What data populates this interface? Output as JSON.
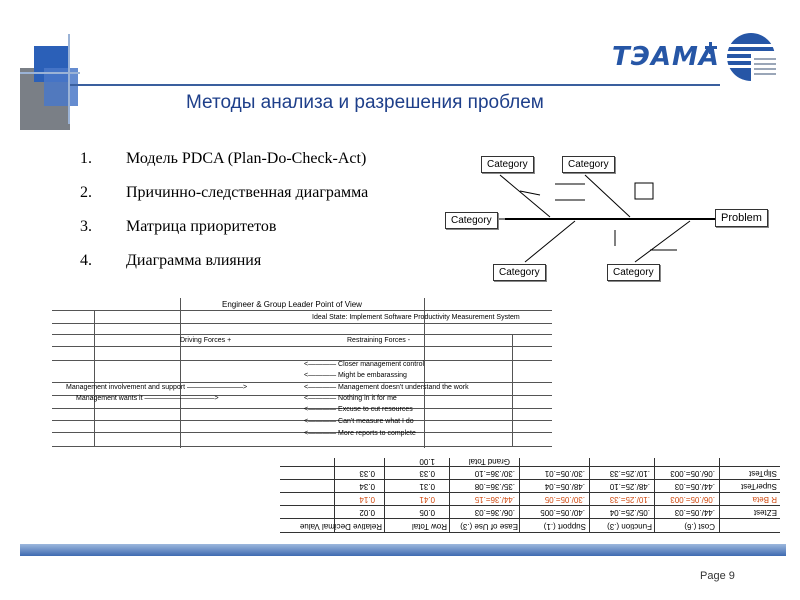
{
  "logo": {
    "text": "ТЭАМА"
  },
  "title": "Методы анализа и разрешения проблем",
  "methods": [
    {
      "num": "1.",
      "label": "Модель PDCA (Plan-Do-Check-Act)"
    },
    {
      "num": "2.",
      "label": "Причинно-следственная диаграмма"
    },
    {
      "num": "3.",
      "label": "Матрица приоритетов"
    },
    {
      "num": "4.",
      "label": "Диаграмма влияния"
    }
  ],
  "fishbone": {
    "categories": [
      "Category",
      "Category",
      "Category",
      "Category",
      "Category"
    ],
    "problem": "Problem"
  },
  "force_field": {
    "header": "Engineer & Group Leader Point of View",
    "ideal_state": "Ideal State: Implement Software Productivity Measurement System",
    "driving": "Driving Forces +",
    "restraining": "Restraining Forces -",
    "driving_items": [
      "Management involvement and support",
      "Management wants it"
    ],
    "restraining_items": [
      "Closer management control",
      "Might be embarassing",
      "Management doesn't understand the work",
      "Nothing in it for me",
      "Excuse to cut resources",
      "Can't measure what I do",
      "More reports to complete"
    ]
  },
  "matrix": {
    "headers": [
      "Cost (.6)",
      "Function (.3)",
      "Support (.1)",
      "Ease of Use (.3)",
      "Row Total",
      "Relative Decimal Value"
    ],
    "rows": [
      {
        "name": "EZtest",
        "c1": ".44/.05=.03",
        "c2": ".05/.25=.04",
        "c3": ".40/.05=.005",
        "c4": ".06/.36=.03",
        "total": "0.05",
        "rel": "0.02"
      },
      {
        "name": "R Beta",
        "c1": ".06/.05=.003",
        "c2": ".10/.25=.33",
        "c3": ".30/.05=.05",
        "c4": ".44/.36=.15",
        "total": "0.41",
        "rel": "0.14"
      },
      {
        "name": "SuperTest",
        "c1": ".44/.05=.03",
        "c2": ".48/.25=.10",
        "c3": ".48/.05=.04",
        "c4": ".35/.36=.08",
        "total": "0.31",
        "rel": "0.34"
      },
      {
        "name": "SlipTest",
        "c1": ".06/.05=.003",
        "c2": ".10/.25=.33",
        "c3": ".30/.05=.01",
        "c4": ".30/.36=.10",
        "total": "0.33",
        "rel": "0.33"
      }
    ],
    "grand_total_label": "Grand Total",
    "grand_total": "1.00"
  },
  "footer": {
    "page": "Page 9"
  },
  "colors": {
    "accent": "#1e3f8a",
    "logo": "#2656a6",
    "highlight": "#d04a10"
  }
}
